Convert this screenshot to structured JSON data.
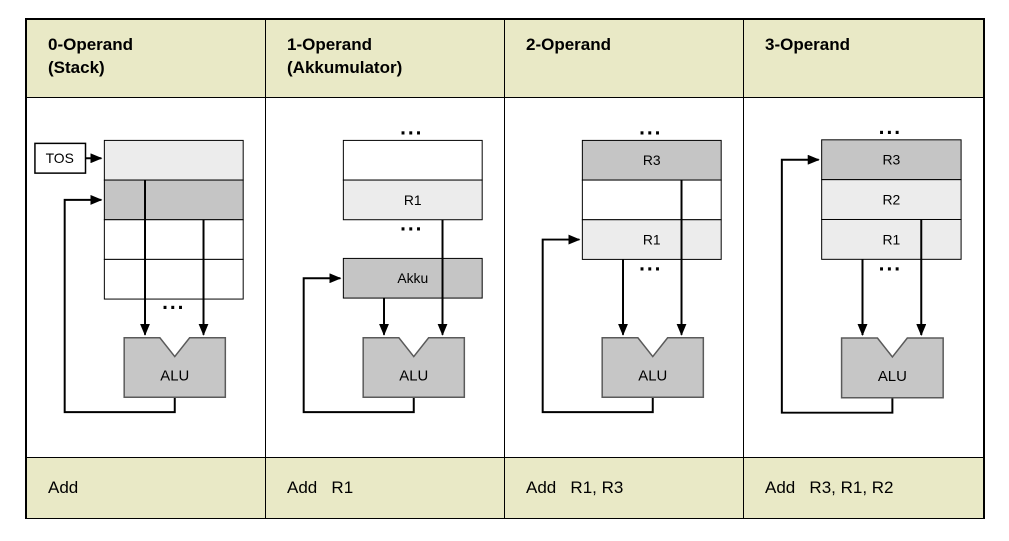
{
  "columns": [
    {
      "header_line1": "0-Operand",
      "header_line2": "(Stack)",
      "example": "Add",
      "tos_label": "TOS",
      "alu_label": "ALU",
      "dots_bottom": "...",
      "cells": [
        "",
        "",
        "",
        ""
      ]
    },
    {
      "header_line1": "1-Operand",
      "header_line2": "(Akkumulator)",
      "example": "Add   R1",
      "dots_top": "...",
      "dots_mid": "...",
      "cells": [
        "",
        "R1"
      ],
      "akku_label": "Akku",
      "alu_label": "ALU"
    },
    {
      "header_line1": "2-Operand",
      "header_line2": "",
      "example": "Add   R1, R3",
      "dots_top": "...",
      "dots_bottom": "...",
      "cells": [
        "R3",
        "",
        "R1"
      ],
      "alu_label": "ALU"
    },
    {
      "header_line1": "3-Operand",
      "header_line2": "",
      "example": "Add   R3, R1, R2",
      "dots_top": "...",
      "dots_bottom": "...",
      "cells": [
        "R3",
        "R2",
        "R1"
      ],
      "alu_label": "ALU"
    }
  ],
  "colors": {
    "header_bg": "#e9e9c6",
    "cell_white": "#ffffff",
    "cell_light": "#ececec",
    "cell_dark": "#c5c5c5",
    "alu_fill": "#c6c6c6",
    "alu_border": "#5a5a5a",
    "line": "#000000"
  }
}
